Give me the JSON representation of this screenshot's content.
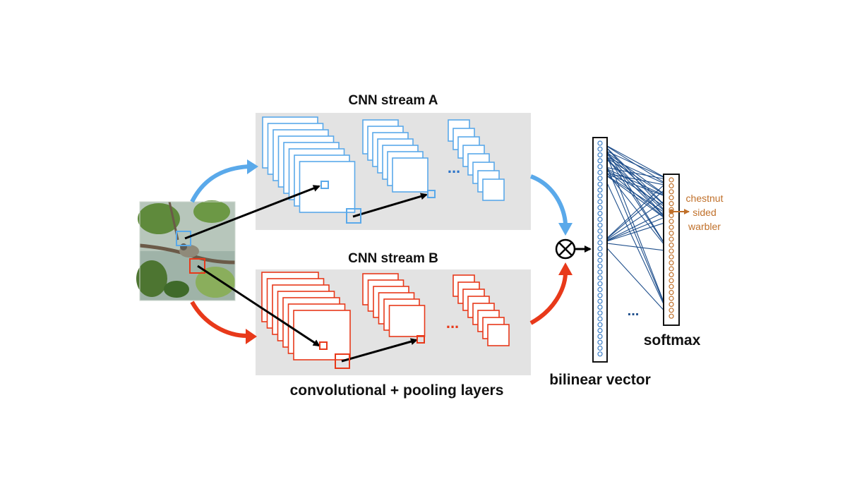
{
  "labels": {
    "stream_a": "CNN stream A",
    "stream_b": "CNN stream B",
    "conv_pool": "convolutional + pooling layers",
    "bilinear": "bilinear vector",
    "softmax": "softmax",
    "ellipsis": "...",
    "outer_product": "⊗",
    "class_lines": [
      "chestnut",
      "sided",
      "warbler"
    ]
  },
  "colors": {
    "stream_a": "#5aa9ea",
    "stream_b": "#e8391a",
    "panel": "#e3e3e3",
    "connections": "#1f4f8c",
    "output": "#c0702a",
    "text": "#111111"
  },
  "bird_image": {
    "subject": "bird-on-branch-photo"
  }
}
